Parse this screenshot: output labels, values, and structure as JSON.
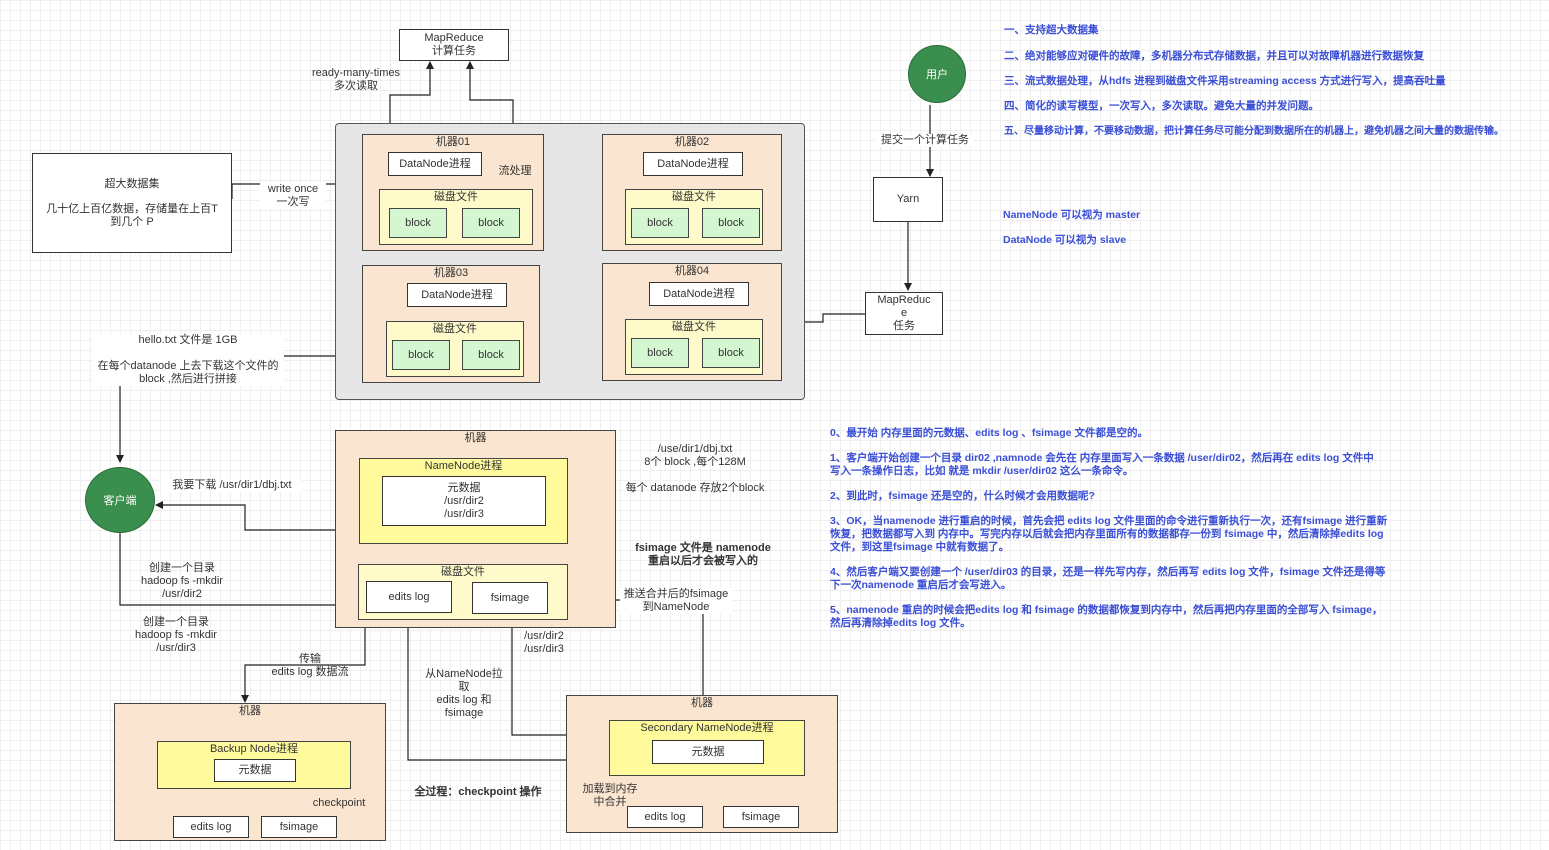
{
  "mapreduce_top": {
    "line1": "MapReduce",
    "line2": "计算任务"
  },
  "ready_many": {
    "line1": "ready-many-times",
    "line2": "多次读取"
  },
  "bigdata": {
    "title": "超大数据集",
    "line1": "几十亿上百亿数据，存储量在上百T",
    "line2": "到几个 P"
  },
  "write_once": {
    "line1": "write once",
    "line2": "一次写"
  },
  "machines": [
    {
      "title": "机器01",
      "dn": "DataNode进程",
      "disk": "磁盘文件",
      "b1": "block",
      "b2": "block"
    },
    {
      "title": "机器02",
      "dn": "DataNode进程",
      "disk": "磁盘文件",
      "b1": "block",
      "b2": "block"
    },
    {
      "title": "机器03",
      "dn": "DataNode进程",
      "disk": "磁盘文件",
      "b1": "block",
      "b2": "block"
    },
    {
      "title": "机器04",
      "dn": "DataNode进程",
      "disk": "磁盘文件",
      "b1": "block",
      "b2": "block"
    }
  ],
  "stream": "流处理",
  "user": "用户",
  "submit": "提交一个计算任务",
  "yarn": "Yarn",
  "mr_task": {
    "line1": "MapReduc",
    "line2": "e",
    "line3": "任务"
  },
  "features": [
    "一、支持超大数据集",
    "二、绝对能够应对硬件的故障，多机器分布式存储数据，并且可以对故障机器进行数据恢复",
    "三、流式数据处理，从hdfs 进程到磁盘文件采用streaming access 方式进行写入，提高吞吐量",
    "四、简化的读写模型，一次写入，多次读取。避免大量的并发问题。",
    "五、尽量移动计算，不要移动数据，把计算任务尽可能分配到数据所在的机器上，避免机器之间大量的数据传输。"
  ],
  "roles": [
    "NameNode 可以视为 master",
    "DataNode 可以视为 slave"
  ],
  "hello": {
    "line1": "hello.txt 文件是 1GB",
    "line2": "在每个datanode 上去下载这个文件的",
    "line3": "block ,然后进行拼接"
  },
  "client": "客户端",
  "download": "我要下载 /usr/dir1/dbj.txt",
  "create2": {
    "line1": "创建一个目录",
    "line2": "hadoop fs -mkdir",
    "line3": "/usr/dir2"
  },
  "create3": {
    "line1": "创建一个目录",
    "line2": "hadoop fs -mkdir",
    "line3": "/usr/dir3"
  },
  "nn_machine": {
    "title": "机器",
    "nn": "NameNode进程",
    "meta1": "元数据",
    "meta2": "/usr/dir2",
    "meta3": "/usr/dir3",
    "disk": "磁盘文件",
    "edits": "edits log",
    "fsimage": "fsimage"
  },
  "dbj": {
    "line1": "/use/dir1/dbj.txt",
    "line2": "8个 block ,每个128M",
    "line3": "每个 datanode 存放2个block"
  },
  "fsimage_note": {
    "line1": "fsimage 文件是 namenode",
    "line2": "重启以后才会被写入的"
  },
  "push_merged": {
    "line1": "推送合并后的fsimage",
    "line2": "到NameNode"
  },
  "dirs": {
    "line1": "/usr/dir2",
    "line2": "/usr/dir3"
  },
  "transfer": {
    "line1": "传输",
    "line2": "edits log 数据流"
  },
  "pull": {
    "line1": "从NameNode拉",
    "line2": "取",
    "line3": "edits log 和",
    "line4": "fsimage"
  },
  "backup": {
    "title": "机器",
    "proc": "Backup Node进程",
    "meta": "元数据",
    "edits": "edits log",
    "fsimage": "fsimage",
    "checkpoint": "checkpoint"
  },
  "secondary": {
    "title": "机器",
    "proc": "Secondary NameNode进程",
    "meta": "元数据",
    "edits": "edits log",
    "fsimage": "fsimage",
    "load": "加载到内存",
    "merge": "中合并"
  },
  "full_process": "全过程：checkpoint 操作",
  "steps": [
    [
      "0、最开始 内存里面的元数据、edits log 、fsimage 文件都是空的。"
    ],
    [
      "1、客户端开始创建一个目录 dir02 ,namnode 会先在 内存里面写入一条数据 /user/dir02，然后再在 edits log 文件中",
      "写入一条操作日志，比如 就是 mkdir /user/dir02 这么一条命令。"
    ],
    [
      "2、到此时，fsimage 还是空的，什么时候才会用数据呢?"
    ],
    [
      "3、OK，当namenode 进行重启的时候，首先会把 edits log 文件里面的命令进行重新执行一次，还有fsimage  进行重新",
      "恢复，把数据都写入到 内存中。写完内存以后就会把内存里面所有的数据都存一份到 fsimage 中，然后清除掉edits log",
      "文件，到这里fsimage 中就有数据了。"
    ],
    [
      "4、然后客户端又要创建一个 /user/dir03 的目录，还是一样先写内存，然后再写 edits log 文件，fsimage 文件还是得等",
      "下一次namenode 重启后才会写进入。"
    ],
    [
      "5、namenode 重启的时候会把edits log 和 fsimage 的数据都恢复到内存中，然后再把内存里面的全部写入 fsimage，",
      "然后再清除掉edits log 文件。"
    ]
  ]
}
